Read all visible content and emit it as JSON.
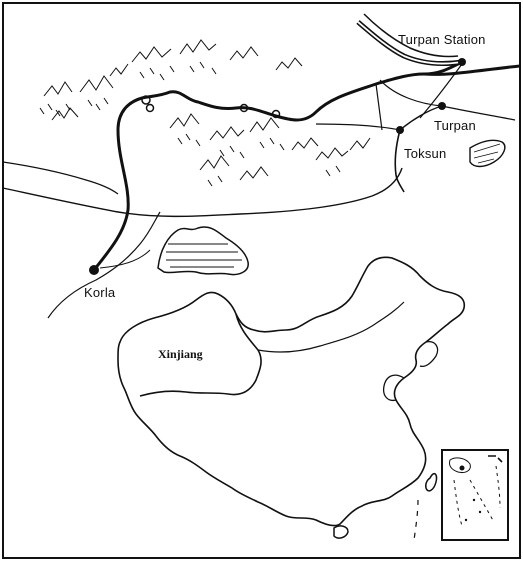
{
  "map": {
    "places": {
      "turpan_station": "Turpan Station",
      "turpan": "Turpan",
      "toksun": "Toksun",
      "korla": "Korla"
    },
    "region_label": "Xinjiang",
    "colors": {
      "ink": "#111111",
      "paper": "#ffffff"
    }
  }
}
